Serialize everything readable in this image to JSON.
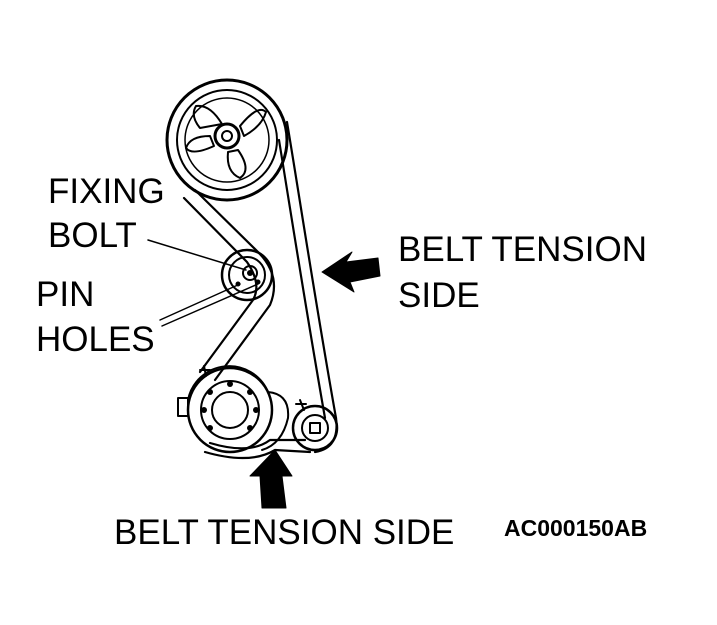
{
  "labels": {
    "fixing_line1": "FIXING",
    "fixing_line2": "BOLT",
    "pin_line1": "PIN",
    "pin_line2": "HOLES",
    "tension_right_line1": "BELT TENSION",
    "tension_right_line2": "SIDE",
    "tension_bottom": "BELT TENSION SIDE"
  },
  "figure_code": "AC000150AB",
  "colors": {
    "ink": "#000000",
    "paper": "#ffffff"
  }
}
